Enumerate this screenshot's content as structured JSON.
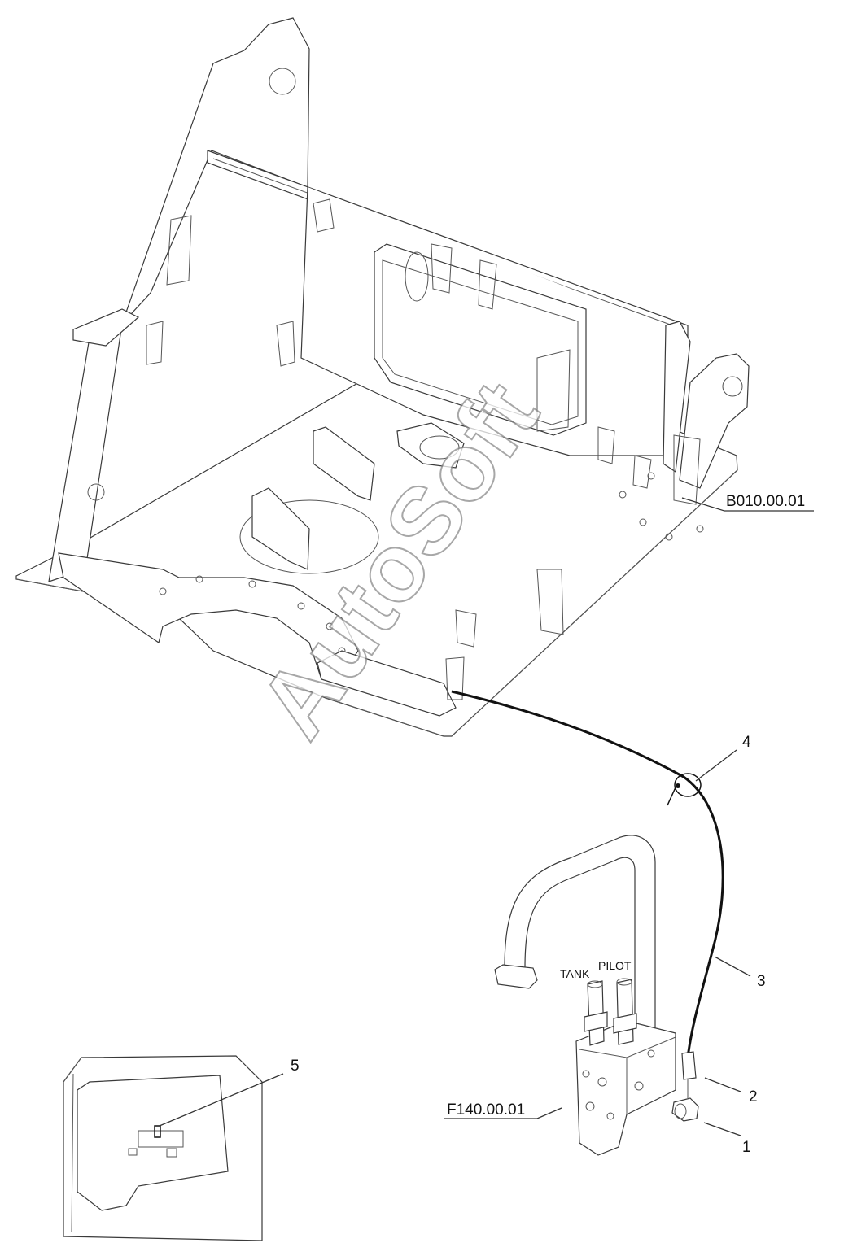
{
  "watermark": "AutoSoft",
  "references": {
    "frame": "B010.00.01",
    "valve_block": "F140.00.01"
  },
  "port_labels": {
    "tank": "TANK",
    "pilot": "PILOT"
  },
  "callouts": [
    "1",
    "2",
    "3",
    "4",
    "5"
  ]
}
